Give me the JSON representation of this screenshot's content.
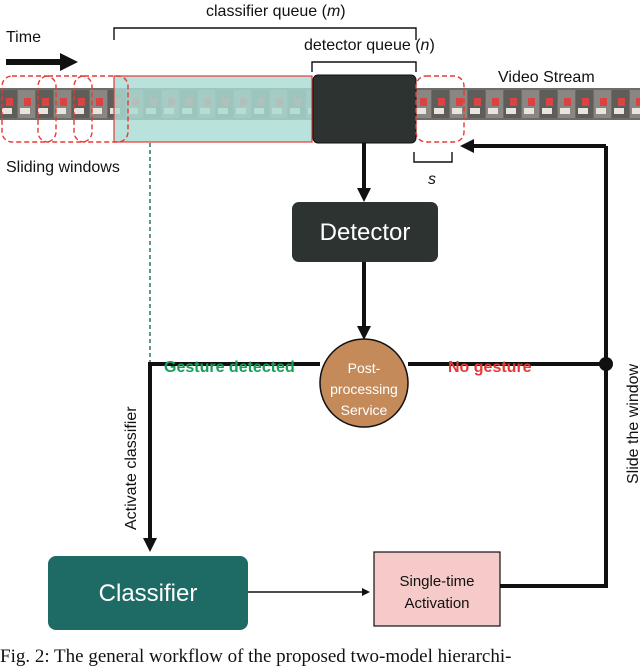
{
  "labels": {
    "time": "Time",
    "classifier_queue": "classifier queue (",
    "classifier_queue_var": "m",
    "detector_queue": "detector queue (",
    "detector_queue_var": "n",
    "paren_close": ")",
    "video_stream": "Video Stream",
    "sliding_windows": "Sliding windows",
    "stride": "s",
    "gesture_detected": "Gesture detected",
    "no_gesture": "No gesture",
    "activate_classifier": "Activate classifier",
    "slide_window": "Slide the window"
  },
  "nodes": {
    "detector": "Detector",
    "post_processing": [
      "Post-",
      "processing",
      "Service"
    ],
    "classifier": "Classifier",
    "single_time": [
      "Single-time",
      "Activation"
    ]
  },
  "caption": "Fig. 2: The general workflow of the proposed two-model hierarchi-",
  "colors": {
    "detector": "#2d3330",
    "post_processing": "#c58a5a",
    "classifier": "#1e6b66",
    "single_time": "#f7caca",
    "classifier_queue": "#a9dcd4",
    "sliding_window": "#e53935",
    "gesture_detected": "#1a9c5b",
    "no_gesture": "#e53935"
  }
}
